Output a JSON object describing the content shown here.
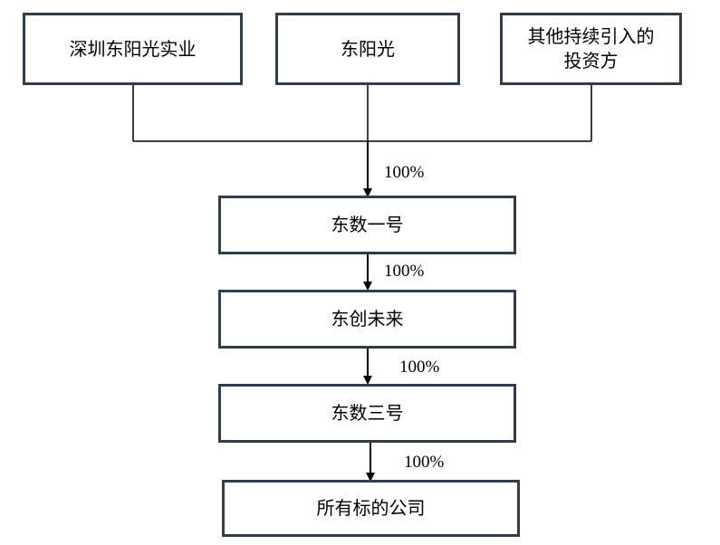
{
  "shareholders": [
    {
      "name": "深圳东阳光实业"
    },
    {
      "name": "东阳光"
    },
    {
      "name": "其他持续引入的投资方",
      "line1": "其他持续引入的",
      "line2": "投资方"
    }
  ],
  "chain": [
    {
      "name": "东数一号",
      "ownership_label": "100%"
    },
    {
      "name": "东创未来",
      "ownership_label": "100%"
    },
    {
      "name": "东数三号",
      "ownership_label": "100%"
    },
    {
      "name": "所有标的公司",
      "ownership_label": "100%"
    }
  ],
  "colors": {
    "box_border": "#2f3e4a",
    "line": "#000000"
  }
}
